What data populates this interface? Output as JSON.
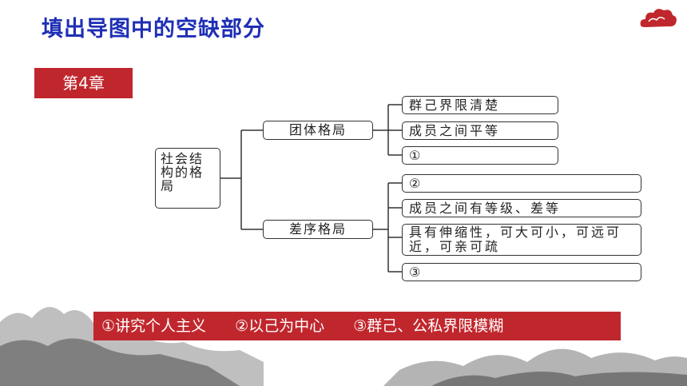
{
  "title": "填出导图中的空缺部分",
  "chapter": "第4章",
  "root": "社会结构的格局",
  "branch1": {
    "label": "团体格局",
    "items": [
      "群己界限清楚",
      "成员之间平等",
      "①"
    ]
  },
  "branch2": {
    "label": "差序格局",
    "items": [
      "②",
      "成员之间有等级、差等",
      "具有伸缩性，可大可小，可远可近，可亲可疏",
      "③"
    ]
  },
  "answers": [
    "①讲究个人主义",
    "②以己为中心",
    "③群己、公私界限模糊"
  ],
  "colors": {
    "title": "#1e2fb5",
    "banner": "#c0272d"
  }
}
